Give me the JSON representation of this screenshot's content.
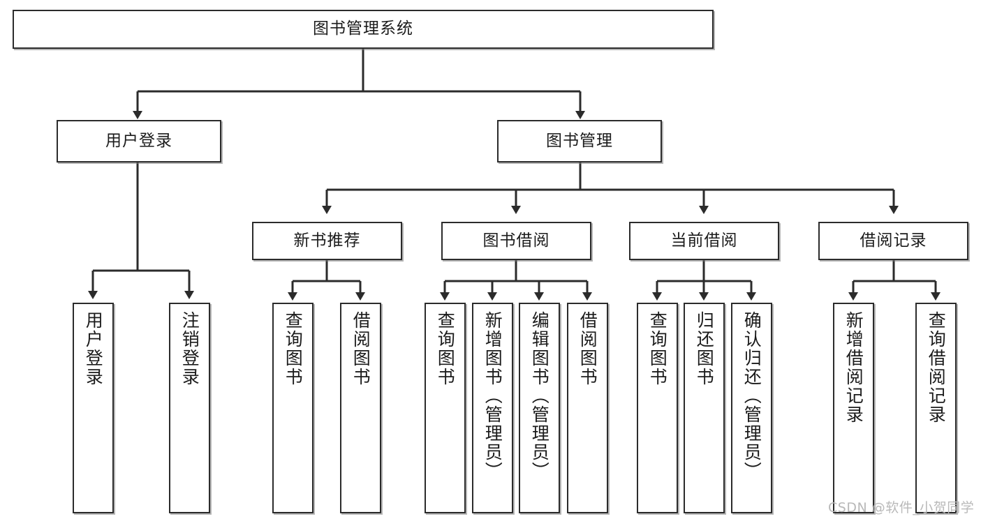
{
  "diagram": {
    "type": "tree-hierarchy",
    "title": "图书管理系统",
    "orientation": "top-down",
    "background_color": "#ffffff",
    "line_color": "#2b2b2b",
    "box_border_color": "#2b2b2b",
    "box_fill_color": "#ffffff"
  },
  "nodes": {
    "root": {
      "label": "图书管理系统",
      "level": 0
    },
    "user_login": {
      "label": "用户登录",
      "level": 1
    },
    "book_manage": {
      "label": "图书管理",
      "level": 1
    },
    "new_book_rec": {
      "label": "新书推荐",
      "level": 2
    },
    "book_borrow": {
      "label": "图书借阅",
      "level": 2
    },
    "current_borrow": {
      "label": "当前借阅",
      "level": 2
    },
    "borrow_record": {
      "label": "借阅记录",
      "level": 2
    },
    "leaf_user_login": {
      "label": "用户登录",
      "level": 2
    },
    "leaf_logout": {
      "label": "注销登录",
      "level": 2
    },
    "leaf_query_book_1": {
      "label": "查询图书",
      "level": 3
    },
    "leaf_borrow_book_1": {
      "label": "借阅图书",
      "level": 3
    },
    "leaf_query_book_2": {
      "label": "查询图书",
      "level": 3
    },
    "leaf_add_book": {
      "label": "新增图书（管理员）",
      "level": 3
    },
    "leaf_edit_book": {
      "label": "编辑图书（管理员）",
      "level": 3
    },
    "leaf_borrow_book_2": {
      "label": "借阅图书",
      "level": 3
    },
    "leaf_query_book_3": {
      "label": "查询图书",
      "level": 3
    },
    "leaf_return_book": {
      "label": "归还图书",
      "level": 3
    },
    "leaf_confirm_return": {
      "label": "确认归还（管理员）",
      "level": 3
    },
    "leaf_add_record": {
      "label": "新增借阅记录",
      "level": 3
    },
    "leaf_query_record": {
      "label": "查询借阅记录",
      "level": 3
    }
  },
  "edges": [
    {
      "from": "root",
      "to": "user_login"
    },
    {
      "from": "root",
      "to": "book_manage"
    },
    {
      "from": "user_login",
      "to": "leaf_user_login"
    },
    {
      "from": "user_login",
      "to": "leaf_logout"
    },
    {
      "from": "book_manage",
      "to": "new_book_rec"
    },
    {
      "from": "book_manage",
      "to": "book_borrow"
    },
    {
      "from": "book_manage",
      "to": "current_borrow"
    },
    {
      "from": "book_manage",
      "to": "borrow_record"
    },
    {
      "from": "new_book_rec",
      "to": "leaf_query_book_1"
    },
    {
      "from": "new_book_rec",
      "to": "leaf_borrow_book_1"
    },
    {
      "from": "book_borrow",
      "to": "leaf_query_book_2"
    },
    {
      "from": "book_borrow",
      "to": "leaf_add_book"
    },
    {
      "from": "book_borrow",
      "to": "leaf_edit_book"
    },
    {
      "from": "book_borrow",
      "to": "leaf_borrow_book_2"
    },
    {
      "from": "current_borrow",
      "to": "leaf_query_book_3"
    },
    {
      "from": "current_borrow",
      "to": "leaf_return_book"
    },
    {
      "from": "current_borrow",
      "to": "leaf_confirm_return"
    },
    {
      "from": "borrow_record",
      "to": "leaf_add_record"
    },
    {
      "from": "borrow_record",
      "to": "leaf_query_record"
    }
  ],
  "watermark": {
    "text": "CSDN @软件_小贺同学"
  }
}
